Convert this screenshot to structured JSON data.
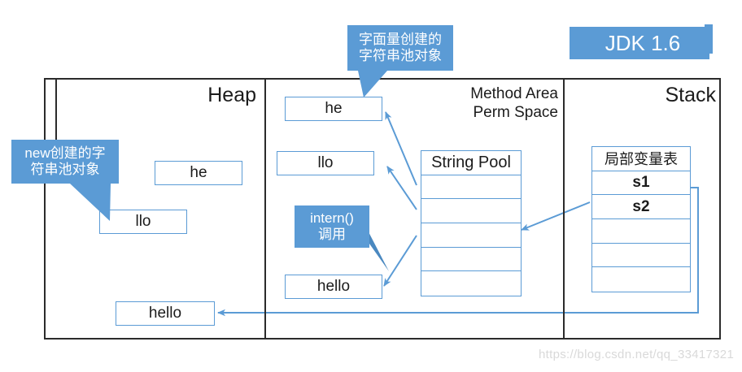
{
  "diagram": {
    "title": "JDK 1.6 String Pool memory layout",
    "accent_color": "#5b9bd5",
    "frame_color": "#2b2b2b",
    "text_color": "#1b1b1b",
    "callout_text_color": "#ffffff"
  },
  "banner": {
    "label": "JDK 1.6"
  },
  "regions": [
    {
      "id": "heap",
      "title": "Heap"
    },
    {
      "id": "method-area",
      "title_line1": "Method Area",
      "title_line2": "Perm Space"
    },
    {
      "id": "stack",
      "title": "Stack"
    }
  ],
  "heap": {
    "boxes": [
      {
        "id": "heap-he",
        "label": "he"
      },
      {
        "id": "heap-llo",
        "label": "llo"
      },
      {
        "id": "heap-hello",
        "label": "hello"
      }
    ]
  },
  "method_area": {
    "boxes": [
      {
        "id": "ma-he",
        "label": "he"
      },
      {
        "id": "ma-llo",
        "label": "llo"
      },
      {
        "id": "ma-hello",
        "label": "hello"
      }
    ],
    "string_pool": {
      "header": "String Pool",
      "rows": [
        "",
        "",
        "",
        "",
        ""
      ]
    }
  },
  "stack": {
    "local_variable_table": {
      "header": "局部变量表",
      "rows": [
        "s1",
        "s2",
        "",
        "",
        ""
      ]
    }
  },
  "callouts": [
    {
      "id": "new-created",
      "lines": [
        "new创建的字",
        "符串池对象"
      ]
    },
    {
      "id": "literal-created",
      "lines": [
        "字面量创建的",
        "字符串池对象"
      ]
    },
    {
      "id": "intern-call",
      "lines": [
        "intern()",
        "调用"
      ]
    }
  ],
  "watermark": {
    "text": "https://blog.csdn.net/qq_33417321"
  }
}
